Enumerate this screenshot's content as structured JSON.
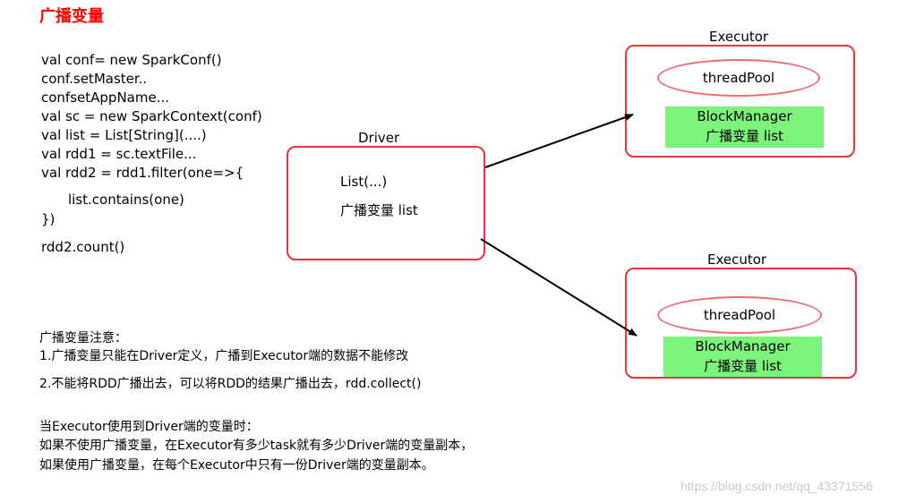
{
  "title": "广播变量",
  "code_lines": [
    "val conf= new SparkConf()",
    "conf.setMaster..",
    "confsetAppName...",
    "val sc = new SparkContext(conf)",
    "val list = List[String](....)",
    "val rdd1 = sc.textFile...",
    "val rdd2 = rdd1.filter(one=>{",
    "list.contains(one)",
    "})",
    "rdd2.count()"
  ],
  "driver": {
    "label": "Driver",
    "line1": "List(...)",
    "line2": "广播变量 list"
  },
  "executor_top": {
    "label": "Executor",
    "thread_pool": "threadPool",
    "block_manager": "BlockManager",
    "block_content": "广播变量 list"
  },
  "executor_bottom": {
    "label": "Executor",
    "thread_pool": "threadPool",
    "block_manager": "BlockManager",
    "block_content": "广播变量 list"
  },
  "notes": {
    "heading": "广播变量注意：",
    "item1": "1.广播变量只能在Driver定义，广播到Executor端的数据不能修改",
    "item2": "2.不能将RDD广播出去，可以将RDD的结果广播出去，rdd.collect()",
    "usage_heading": "当Executor使用到Driver端的变量时：",
    "usage1": "如果不使用广播变量，在Executor有多少task就有多少Driver端的变量副本，",
    "usage2": "如果使用广播变量，在每个Executor中只有一份Driver端的变量副本。"
  },
  "watermark": "https://blog.csdn.net/qq_43371556"
}
